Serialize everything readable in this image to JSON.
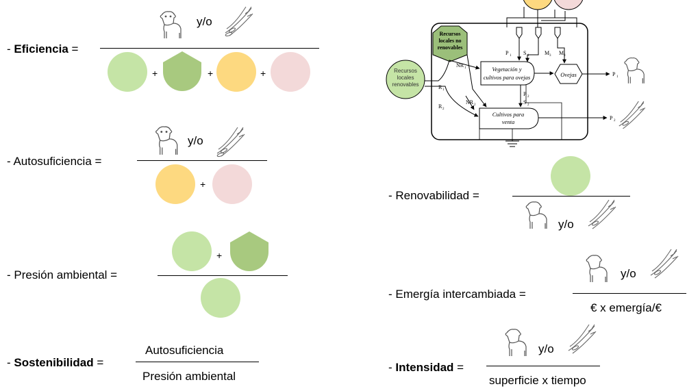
{
  "colors": {
    "green_light": "#c5e4a6",
    "green_dark": "#a8c97f",
    "yellow": "#fdd980",
    "pink": "#f3d9d9"
  },
  "icons": [
    "lamb-icon",
    "wheat-icon"
  ],
  "and_or": "y/o",
  "plus": "+",
  "formulas": {
    "eficiencia": {
      "name": "Eficiencia",
      "eq": "="
    },
    "autosuficiencia": {
      "label": "- Autosuficiencia ="
    },
    "presion": {
      "label": "- Presión ambiental ="
    },
    "sostenibilidad": {
      "name": "Sostenibilidad",
      "eq": "=",
      "numerator": "Autosuficiencia",
      "denominator": "Presión ambiental"
    },
    "renovabilidad": {
      "label": "- Renovabilidad ="
    },
    "emergia": {
      "label": "- Emergía intercambiada =",
      "denominator": "€ x emergía/€"
    },
    "intensidad": {
      "name": "Intensidad",
      "eq": "=",
      "denominator": "superficie x tiempo"
    }
  },
  "dash": "-",
  "diagram": {
    "no_renovables": [
      "Recursos",
      "locales no",
      "renovables"
    ],
    "renovables": [
      "Recursos",
      "locales",
      "renovables"
    ],
    "vegetacion": [
      "Vegetación y",
      "cultivos para ovejas"
    ],
    "ovejas": "Ovejas",
    "cultivos_venta": [
      "Cultivos para",
      "venta"
    ],
    "flows": {
      "P1a": "P",
      "S1": "S",
      "M3a": "M",
      "M3b": "M",
      "NR1": "NR",
      "R1": "R",
      "R2": "R",
      "NR2": "NR",
      "P2a": "P",
      "S2": "S",
      "P1": "P",
      "P2": "P"
    },
    "subs": {
      "one": "1",
      "two": "2",
      "three": "3"
    }
  }
}
